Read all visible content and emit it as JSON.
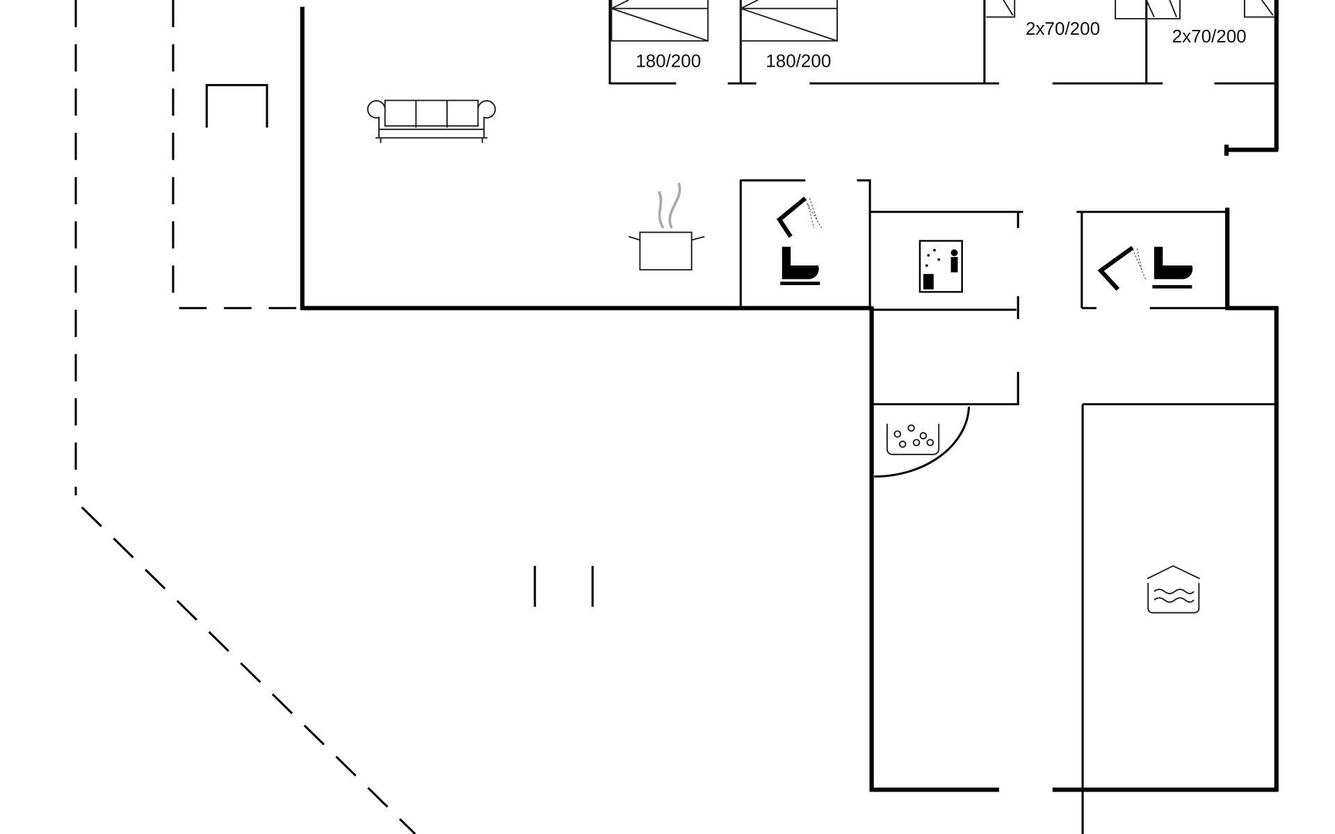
{
  "floorplan": {
    "bed_labels": [
      "180/200",
      "180/200",
      "2x70/200",
      "2x70/200"
    ],
    "icons": [
      "sofa-icon",
      "cooking-pot-icon",
      "shower-icon",
      "toilet-icon",
      "sauna-icon",
      "whirlpool-icon",
      "pool-icon"
    ]
  }
}
